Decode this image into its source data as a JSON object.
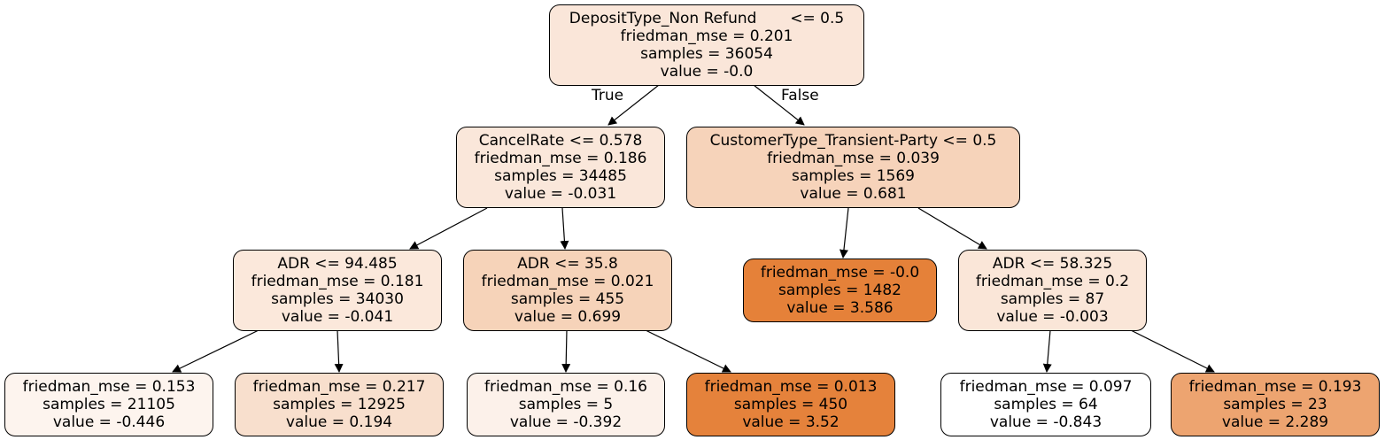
{
  "edge_labels": {
    "true_label": "True",
    "false_label": "False"
  },
  "nodes": {
    "n0": {
      "split": "DepositType_Non Refund       <= 0.5",
      "mse": "friedman_mse = 0.201",
      "samples": "samples = 36054",
      "value": "value = -0.0",
      "fill": "#fae6d9"
    },
    "n1": {
      "split": "CancelRate <= 0.578",
      "mse": "friedman_mse = 0.186",
      "samples": "samples = 34485",
      "value": "value = -0.031",
      "fill": "#fae7da"
    },
    "n2": {
      "split": "CustomerType_Transient-Party <= 0.5",
      "mse": "friedman_mse = 0.039",
      "samples": "samples = 1569",
      "value": "value = 0.681",
      "fill": "#f6d3ba"
    },
    "n3": {
      "split": "ADR <= 94.485",
      "mse": "friedman_mse = 0.181",
      "samples": "samples = 34030",
      "value": "value = -0.041",
      "fill": "#fbe8db"
    },
    "n4": {
      "split": "ADR <= 35.8",
      "mse": "friedman_mse = 0.021",
      "samples": "samples = 455",
      "value": "value = 0.699",
      "fill": "#f6d3b9"
    },
    "n5": {
      "split": "",
      "mse": "friedman_mse = -0.0",
      "samples": "samples = 1482",
      "value": "value = 3.586",
      "fill": "#e58139"
    },
    "n6": {
      "split": "ADR <= 58.325",
      "mse": "friedman_mse = 0.2",
      "samples": "samples = 87",
      "value": "value = -0.003",
      "fill": "#fae6d8"
    },
    "n7": {
      "split": "",
      "mse": "friedman_mse = 0.153",
      "samples": "samples = 21105",
      "value": "value = -0.446",
      "fill": "#fdf4ee"
    },
    "n8": {
      "split": "",
      "mse": "friedman_mse = 0.217",
      "samples": "samples = 12925",
      "value": "value = 0.194",
      "fill": "#f8dfcd"
    },
    "n9": {
      "split": "",
      "mse": "friedman_mse = 0.16",
      "samples": "samples = 5",
      "value": "value = -0.392",
      "fill": "#fcf1ea"
    },
    "n10": {
      "split": "",
      "mse": "friedman_mse = 0.013",
      "samples": "samples = 450",
      "value": "value = 3.52",
      "fill": "#e5823b"
    },
    "n11": {
      "split": "",
      "mse": "friedman_mse = 0.097",
      "samples": "samples = 64",
      "value": "value = -0.843",
      "fill": "#ffffff"
    },
    "n12": {
      "split": "",
      "mse": "friedman_mse = 0.193",
      "samples": "samples = 23",
      "value": "value = 2.289",
      "fill": "#eda470"
    }
  }
}
